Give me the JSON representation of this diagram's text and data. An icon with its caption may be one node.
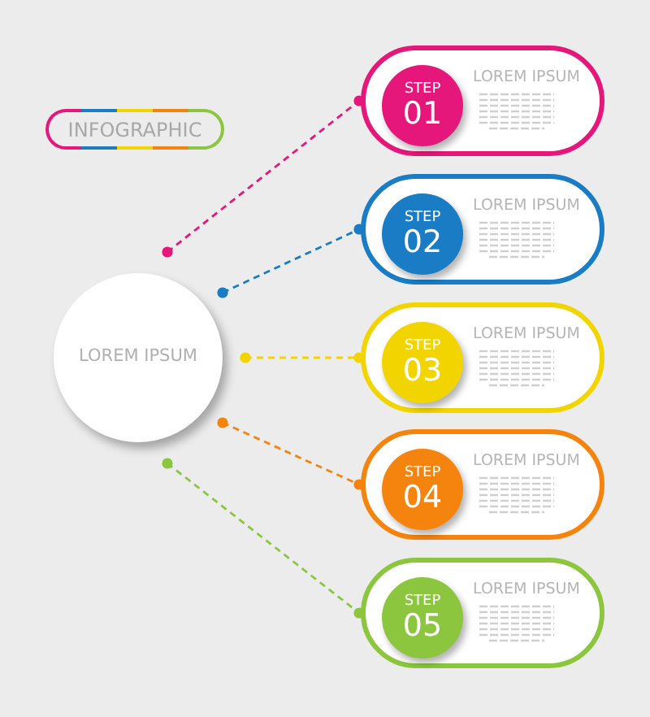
{
  "diagram": {
    "nodes": [
      {
        "text": [
          "INFOGRAPHIC"
        ]
      },
      {
        "text": [
          "LOREM IPSUM"
        ]
      },
      {
        "text": [
          "LOREM IPSUM"
        ]
      },
      {
        "text": [
          "STEP",
          "01"
        ],
        "in": 2
      },
      {
        "text": [
          "LOREM IPSUM"
        ]
      },
      {
        "text": [
          "STEP",
          "02"
        ],
        "in": 4
      },
      {
        "text": [
          "LOREM IPSUM"
        ]
      },
      {
        "text": [
          "STEP",
          "03"
        ],
        "in": 6
      },
      {
        "text": [
          "LOREM IPSUM"
        ]
      },
      {
        "text": [
          "STEP",
          "04"
        ],
        "in": 8
      },
      {
        "text": [
          "LOREM IPSUM"
        ]
      },
      {
        "text": [
          "STEP",
          "05"
        ],
        "in": 10
      }
    ],
    "edges": [
      {
        "from": 1,
        "to": 2,
        "arrow": "other",
        "style": "dashed",
        "color": "#e6177a"
      },
      {
        "from": 1,
        "to": 4,
        "arrow": "other",
        "style": "dashed",
        "color": "#1a7cc5"
      },
      {
        "from": 1,
        "to": 6,
        "arrow": "other",
        "style": "dashed",
        "color": "#f2d500"
      },
      {
        "from": 1,
        "to": 8,
        "arrow": "other",
        "style": "dashed",
        "color": "#f5840f"
      },
      {
        "from": 1,
        "to": 10,
        "arrow": "other",
        "style": "dashed",
        "color": "#8cc63f"
      }
    ]
  }
}
